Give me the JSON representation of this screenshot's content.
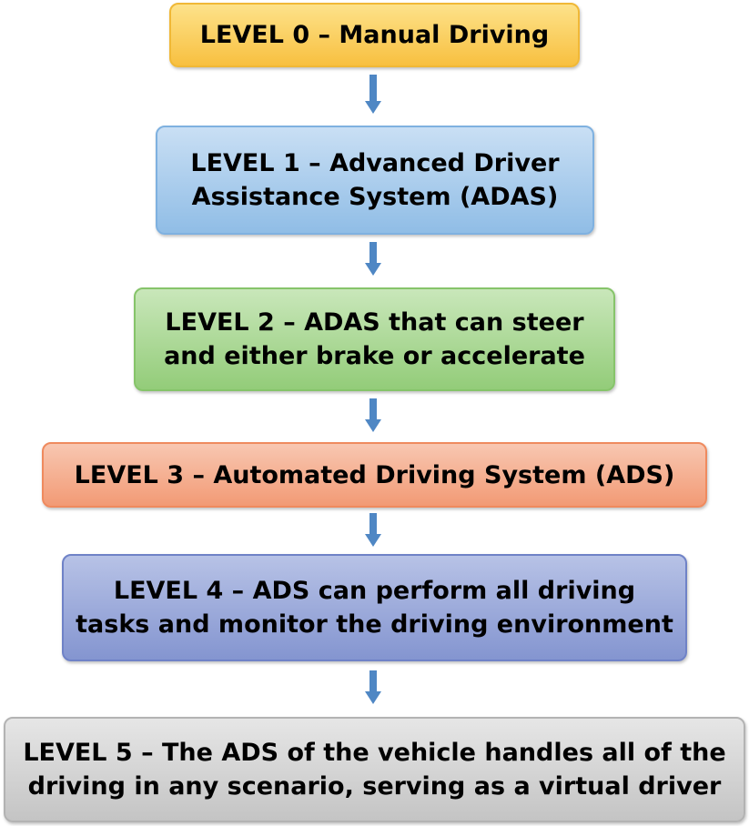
{
  "levels": [
    {
      "lines": [
        "LEVEL 0 – Manual Driving"
      ]
    },
    {
      "lines": [
        "LEVEL 1 – Advanced Driver",
        "Assistance System (ADAS)"
      ]
    },
    {
      "lines": [
        "LEVEL 2 – ADAS that can steer",
        "and either brake or accelerate"
      ]
    },
    {
      "lines": [
        "LEVEL 3 – Automated Driving System (ADS)"
      ]
    },
    {
      "lines": [
        "LEVEL 4 – ADS can perform all driving",
        "tasks and monitor the driving environment"
      ]
    },
    {
      "lines": [
        "LEVEL 5 – The ADS of the vehicle handles all of the",
        "driving in any scenario, serving as a virtual driver"
      ]
    }
  ],
  "colors": {
    "level0": "#f8c040",
    "level1": "#90bde6",
    "level2": "#93cc79",
    "level3": "#f29a75",
    "level4": "#8495d0",
    "level5": "#c4c4c4",
    "arrow": "#4f87c4"
  }
}
